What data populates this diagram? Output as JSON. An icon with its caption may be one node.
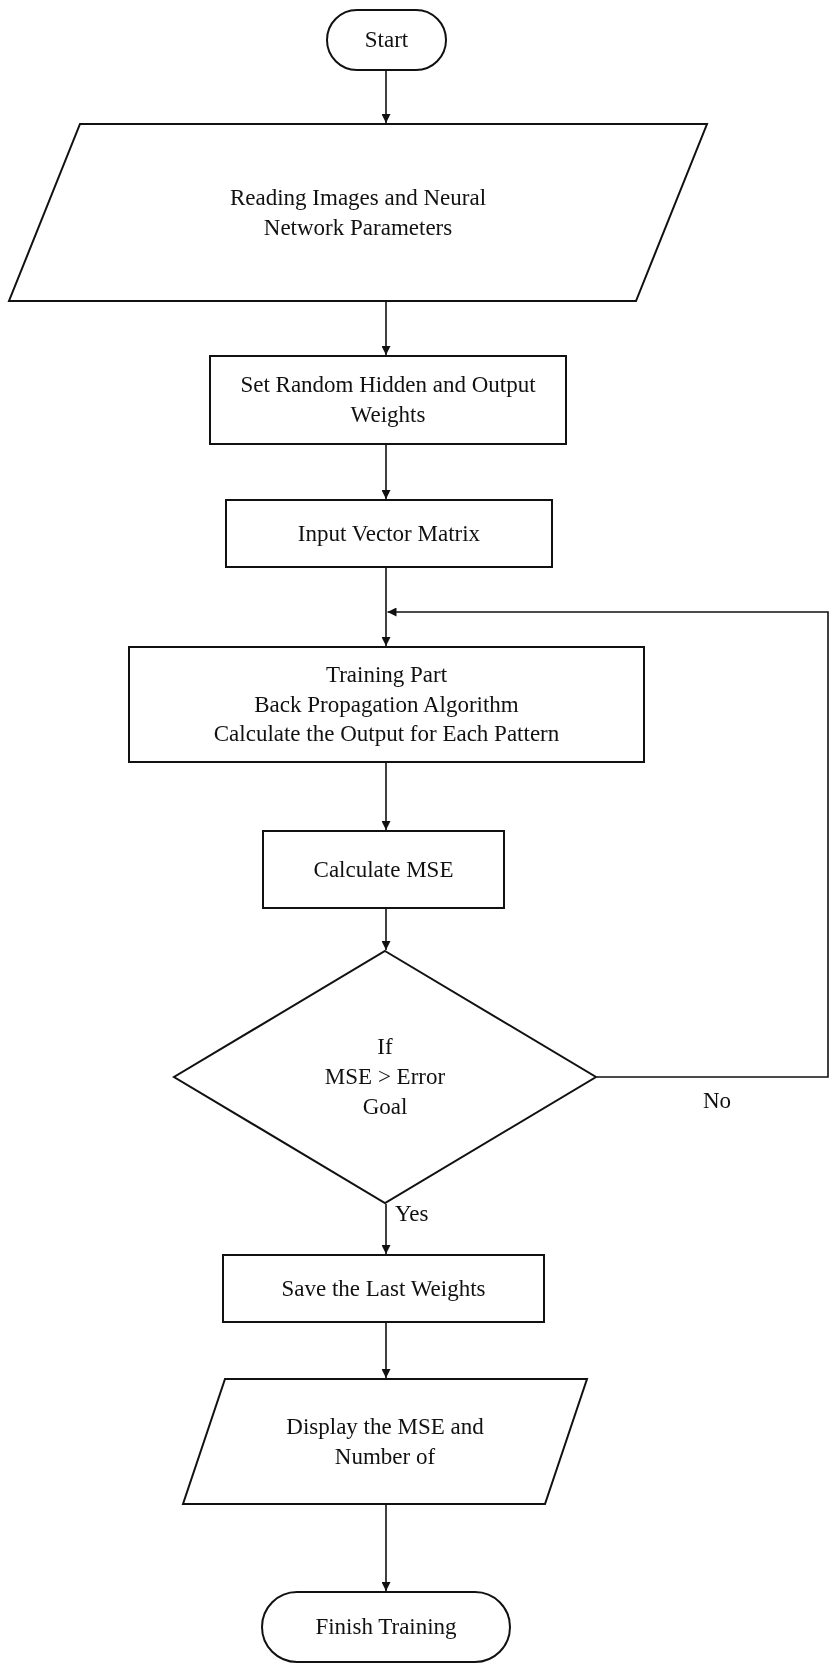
{
  "diagram": {
    "nodes": [
      {
        "text": [
          "Start"
        ]
      },
      {
        "text": [
          "Reading Images and Neural Network Parameters"
        ]
      },
      {
        "text": [
          "Set Random Hidden and Output Weights"
        ]
      },
      {
        "text": [
          "Input Vector Matrix"
        ]
      },
      {
        "text": [
          "Training Part",
          "Back Propagation Algorithm",
          "Calculate the Output for Each Pattern"
        ]
      },
      {
        "text": [
          "Calculate MSE"
        ]
      },
      {
        "text": [
          "If",
          "MSE > Error Goal"
        ]
      },
      {
        "text": [
          "Save the Last Weights"
        ]
      },
      {
        "text": [
          "Display the MSE and Number of"
        ]
      },
      {
        "text": [
          "Finish Training"
        ]
      }
    ],
    "edges": [
      {
        "from": 0,
        "to": 1,
        "arrow": "to"
      },
      {
        "from": 1,
        "to": 2,
        "arrow": "to"
      },
      {
        "from": 2,
        "to": 3,
        "arrow": "to"
      },
      {
        "from": 3,
        "to": 4,
        "arrow": "to"
      },
      {
        "from": 4,
        "to": 5,
        "arrow": "to"
      },
      {
        "from": 5,
        "to": 6,
        "arrow": "to"
      },
      {
        "from": 6,
        "to": 4,
        "arrow": "to",
        "label": "No"
      },
      {
        "from": 6,
        "to": 7,
        "arrow": "to",
        "label": "Yes"
      },
      {
        "from": 7,
        "to": 8,
        "arrow": "to"
      },
      {
        "from": 8,
        "to": 9,
        "arrow": "to"
      }
    ]
  }
}
